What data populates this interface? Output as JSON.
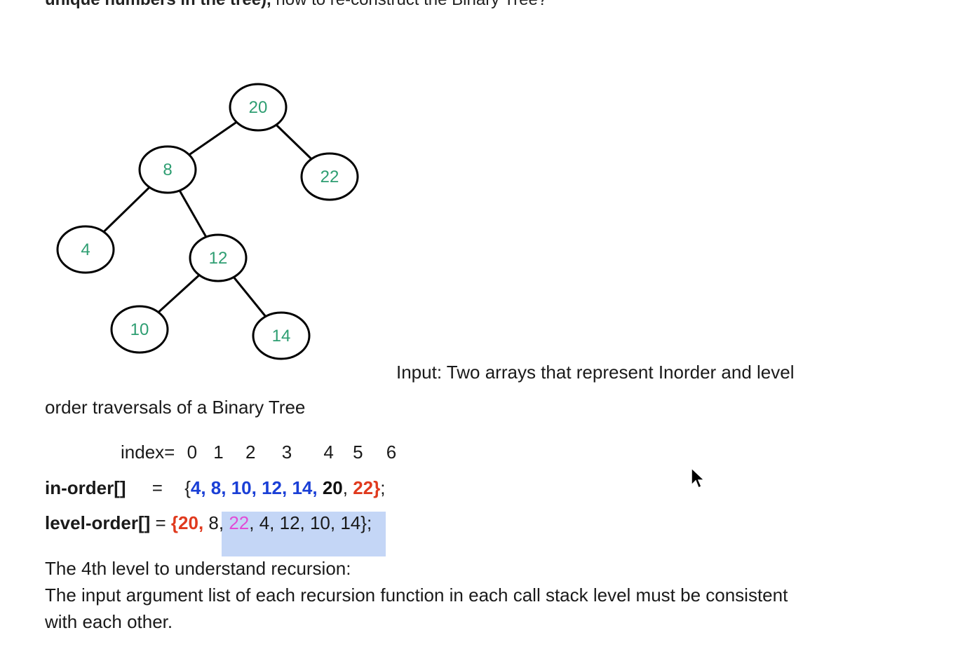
{
  "top_text": {
    "bold": "unique numbers in the tree),",
    "rest": " how to re-construct the Binary Tree?"
  },
  "tree": {
    "nodes": [
      {
        "id": "n20",
        "label": "20"
      },
      {
        "id": "n8",
        "label": "8"
      },
      {
        "id": "n22",
        "label": "22"
      },
      {
        "id": "n4",
        "label": "4"
      },
      {
        "id": "n12",
        "label": "12"
      },
      {
        "id": "n10",
        "label": "10"
      },
      {
        "id": "n14",
        "label": "14"
      }
    ],
    "edges": [
      [
        "n20",
        "n8"
      ],
      [
        "n20",
        "n22"
      ],
      [
        "n8",
        "n4"
      ],
      [
        "n8",
        "n12"
      ],
      [
        "n12",
        "n10"
      ],
      [
        "n12",
        "n14"
      ]
    ],
    "label_color": "#2e9e72"
  },
  "input_text": {
    "line1": "Input: Two arrays that represent Inorder  and level",
    "line2": "order traversals of a  Binary Tree"
  },
  "index_row": {
    "label": "index=",
    "values": [
      "0",
      "1",
      "2",
      "3",
      "4",
      "5",
      "6"
    ]
  },
  "inorder": {
    "label": "in-order[]",
    "eq": "=",
    "open": "{",
    "blue_part": "4, 8, 10, 12, 14,",
    "black_part": "20",
    "sep": ",",
    "red_part": "22}",
    "end": ";"
  },
  "levelorder": {
    "label": "level-order[]",
    "eq": "=",
    "red_part": "{20,",
    "p1": " 8, ",
    "magenta_part": "22",
    "p2": ", 4, 12, 10, 14",
    "end": "};"
  },
  "paragraphs": [
    "The 4th level to understand recursion:",
    "The input argument list of each recursion function in each call stack level must be consistent",
    "with each other."
  ],
  "colors": {
    "blue": "#1a3fd6",
    "red": "#e03a1e",
    "magenta": "#e24bd6",
    "highlight": "#c4d6f6"
  }
}
